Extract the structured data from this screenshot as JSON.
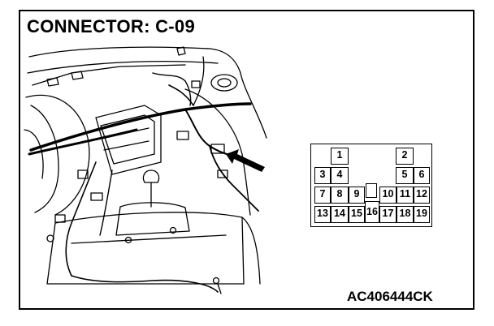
{
  "title": "CONNECTOR: C-09",
  "figure_code": "AC406444CK",
  "connector_pins": [
    "1",
    "2",
    "3",
    "4",
    "5",
    "6",
    "7",
    "8",
    "9",
    "10",
    "11",
    "12",
    "13",
    "14",
    "15",
    "16",
    "17",
    "18",
    "19"
  ],
  "colors": {
    "line": "#000000",
    "background": "#ffffff"
  },
  "icons": {
    "pointer": "arrow-icon"
  }
}
